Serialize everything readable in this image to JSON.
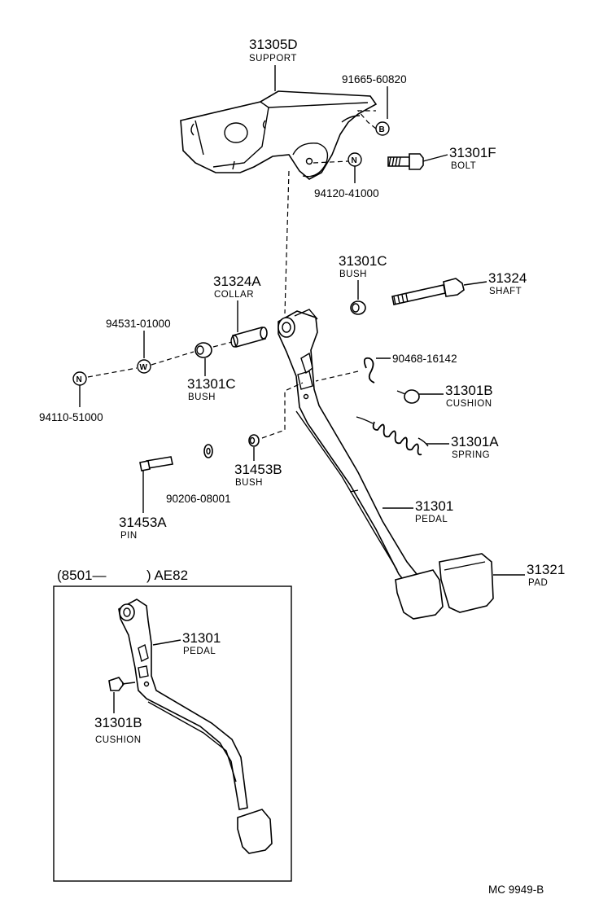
{
  "parts": {
    "support": {
      "number": "31305D",
      "name": "SUPPORT"
    },
    "bolt_91665": {
      "number": "91665-60820"
    },
    "bolt": {
      "number": "31301F",
      "name": "BOLT"
    },
    "nut_94120": {
      "number": "94120-41000"
    },
    "bush_upper": {
      "number": "31301C",
      "name": "BUSH"
    },
    "shaft": {
      "number": "31324",
      "name": "SHAFT"
    },
    "collar": {
      "number": "31324A",
      "name": "COLLAR"
    },
    "washer_94531": {
      "number": "94531-01000"
    },
    "bush_left": {
      "number": "31301C",
      "name": "BUSH"
    },
    "nut_94110": {
      "number": "94110-51000"
    },
    "clip_90468": {
      "number": "90468-16142"
    },
    "cushion": {
      "number": "31301B",
      "name": "CUSHION"
    },
    "spring": {
      "number": "31301A",
      "name": "SPRING"
    },
    "bush_31453b": {
      "number": "31453B",
      "name": "BUSH"
    },
    "washer_90206": {
      "number": "90206-08001"
    },
    "pin": {
      "number": "31453A",
      "name": "PIN"
    },
    "pedal": {
      "number": "31301",
      "name": "PEDAL"
    },
    "pad": {
      "number": "31321",
      "name": "PAD"
    }
  },
  "symbols": {
    "b": "B",
    "n": "N",
    "w": "W"
  },
  "inset": {
    "header_left": "(8501—",
    "header_right": ") AE82",
    "pedal": {
      "number": "31301",
      "name": "PEDAL"
    },
    "cushion": {
      "number": "31301B",
      "name": "CUSHION"
    }
  },
  "footer": {
    "code": "MC  9949-B"
  }
}
